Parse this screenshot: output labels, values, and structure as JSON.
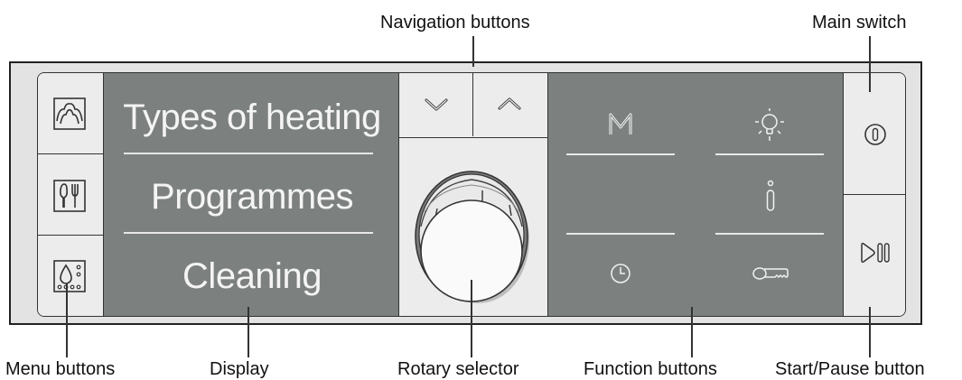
{
  "callouts": {
    "navigation_buttons": "Navigation buttons",
    "main_switch": "Main switch",
    "menu_buttons": "Menu buttons",
    "display": "Display",
    "rotary_selector": "Rotary selector",
    "function_buttons": "Function buttons",
    "start_pause_button": "Start/Pause button"
  },
  "display": {
    "items": [
      "Types of heating",
      "Programmes",
      "Cleaning"
    ]
  },
  "menu_icons": [
    "hot-air-icon",
    "cutlery-icon",
    "cleaning-drop-icon"
  ],
  "navigation_icons": [
    "chevron-down-icon",
    "chevron-up-icon"
  ],
  "function_icons": [
    "menu-m-icon",
    "light-bulb-icon",
    "info-icon",
    "clock-icon",
    "key-icon"
  ],
  "right_icons": [
    "power-icon",
    "play-pause-icon"
  ],
  "colors": {
    "display_grey": "#7c8180",
    "panel_light": "#ececec",
    "frame_bg": "#e3e3e3"
  }
}
